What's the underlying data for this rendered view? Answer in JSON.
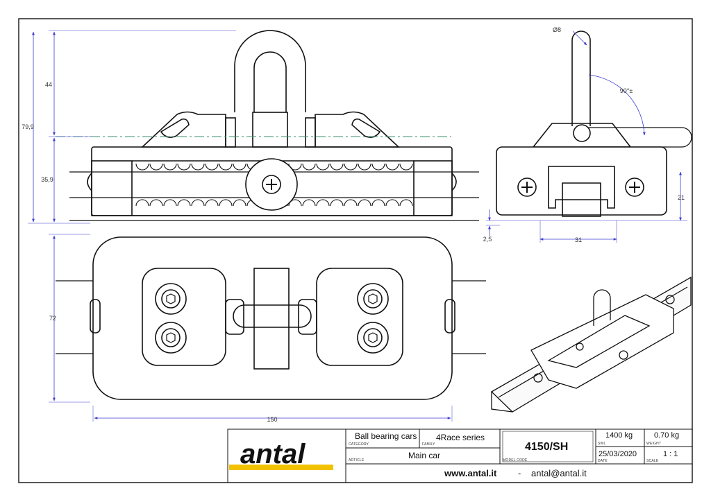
{
  "dimensions": {
    "d44": "44",
    "d799": "79,9",
    "d359": "35,9",
    "d72": "72",
    "d150": "150",
    "phi8": "Ø8",
    "angle": "90°±",
    "d21": "21",
    "d25": "2,5",
    "d31": "31"
  },
  "title_block": {
    "logo": "antal",
    "category": {
      "value": "Ball bearing cars",
      "caption": "CATEGORY"
    },
    "family": {
      "value": "4Race series",
      "caption": "FAMILY"
    },
    "article": {
      "value": "Main car",
      "caption": "ARTICLE"
    },
    "model_code": {
      "value": "4150/SH",
      "caption": "MODEL CODE"
    },
    "swl": {
      "value": "1400 kg",
      "caption": "SWL"
    },
    "weight": {
      "value": "0.70 kg",
      "caption": "WEIGHT"
    },
    "date": {
      "value": "25/03/2020",
      "caption": "DATE"
    },
    "scale": {
      "value": "1 : 1",
      "caption": "SCALE"
    },
    "website": "www.antal.it",
    "separator": "-",
    "email": "antal@antal.it"
  },
  "colors": {
    "dimension": "#3b3bd0",
    "centerline": "#3a8f6a",
    "logo_stripe": "#f2c200"
  }
}
